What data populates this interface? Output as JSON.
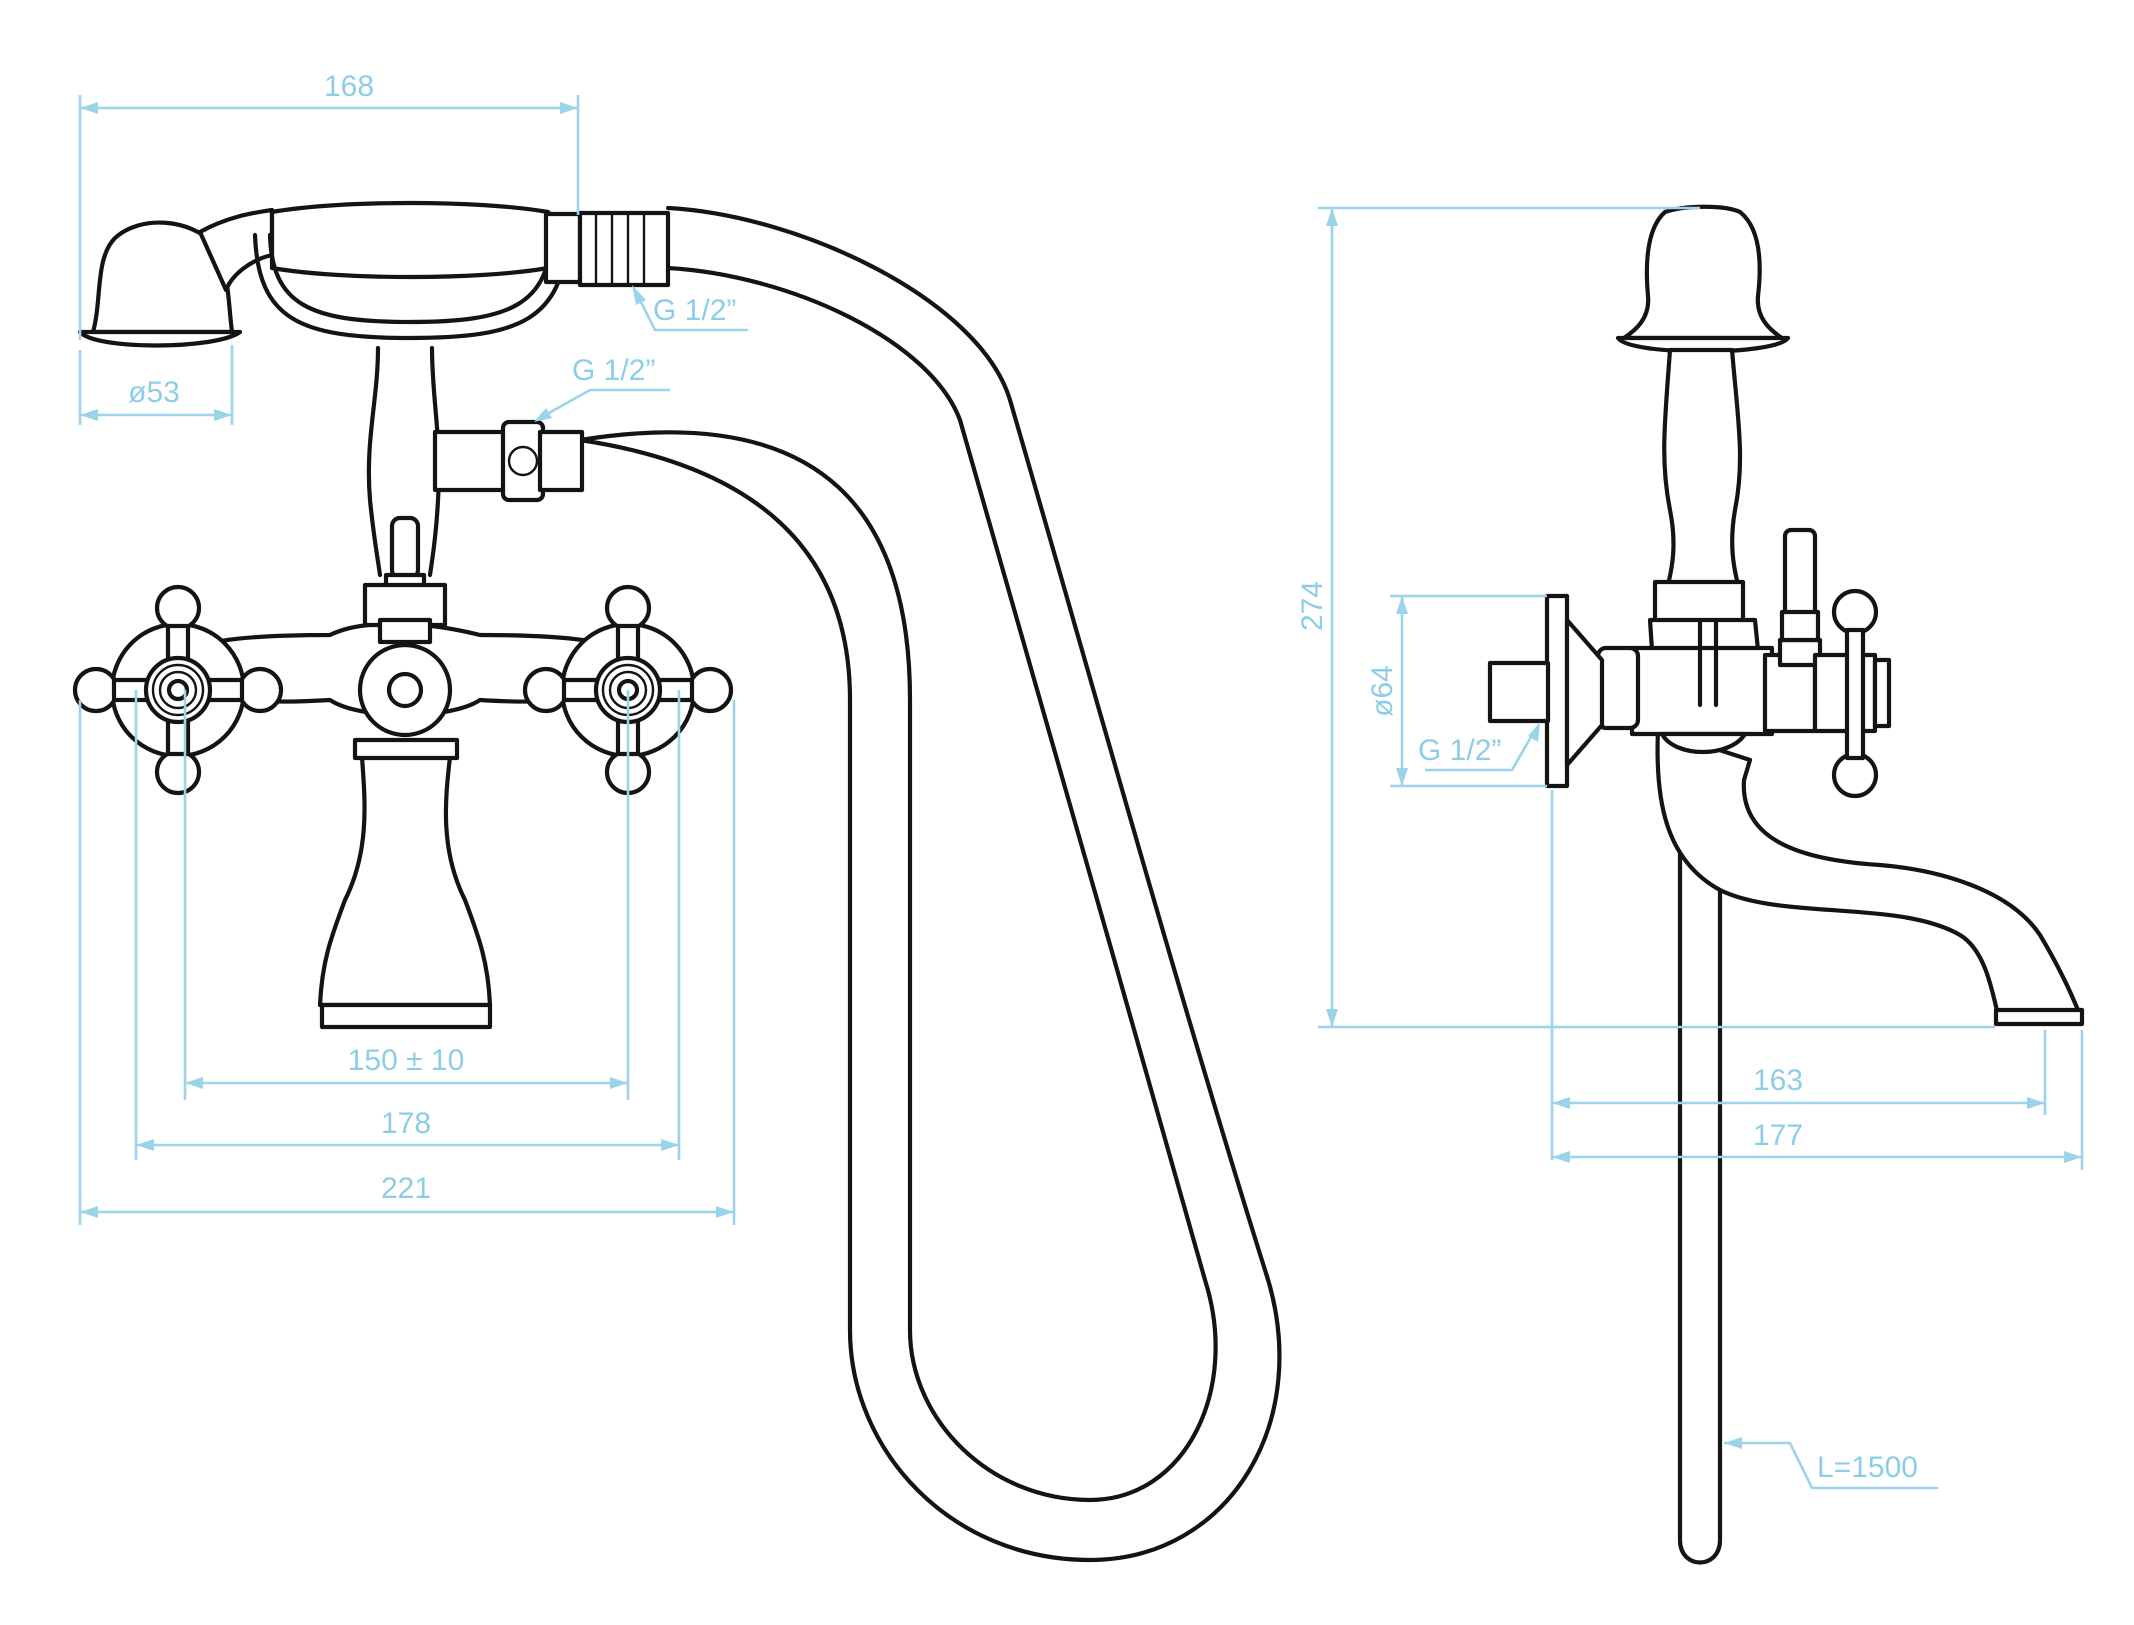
{
  "front_view": {
    "overall_width": "168",
    "shower_diameter": "ø53",
    "shower_thread": "G 1/2”",
    "outlet_thread": "G 1/2”",
    "center_distance": "150 ± 10",
    "handle_span": "178",
    "total_width": "221"
  },
  "side_view": {
    "height": "274",
    "flange_diameter": "ø64",
    "inlet_thread": "G 1/2”",
    "spout_reach": "163",
    "total_depth": "177",
    "hose_length": "L=1500"
  },
  "colors": {
    "outline": "#141414",
    "dimension": "#9ad3ea",
    "background": "#ffffff"
  }
}
